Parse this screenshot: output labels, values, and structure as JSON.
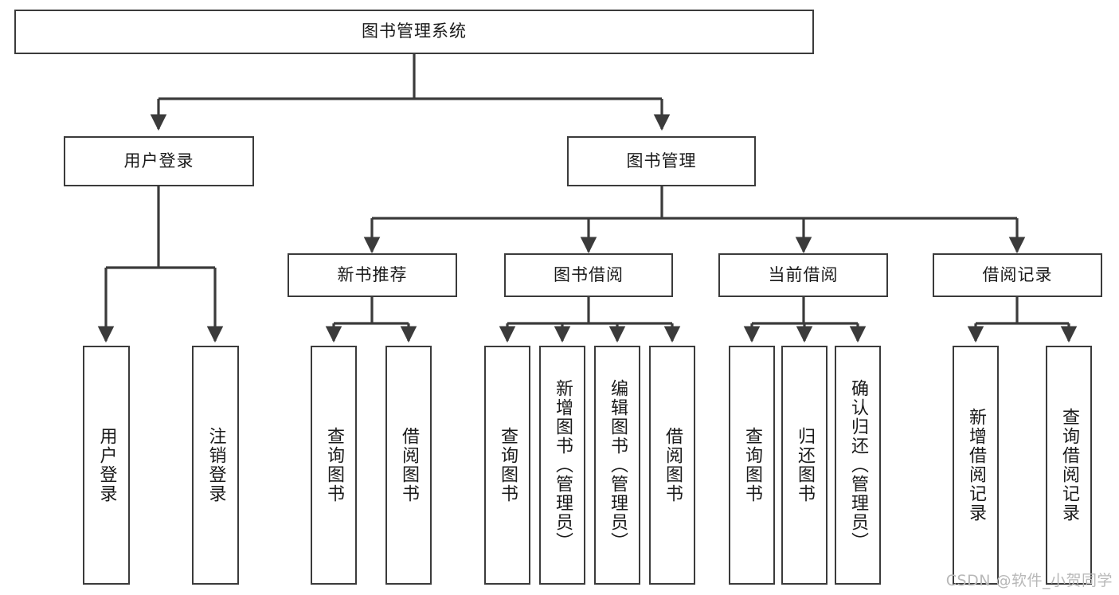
{
  "diagram": {
    "type": "tree",
    "title": "图书管理系统",
    "root": {
      "label": "图书管理系统"
    },
    "level2": [
      {
        "label": "用户登录"
      },
      {
        "label": "图书管理"
      }
    ],
    "level3": [
      {
        "label": "新书推荐"
      },
      {
        "label": "图书借阅"
      },
      {
        "label": "当前借阅"
      },
      {
        "label": "借阅记录"
      }
    ],
    "leaves": {
      "user_login": [
        {
          "label": "用户登录"
        },
        {
          "label": "注销登录"
        }
      ],
      "new_book": [
        {
          "label": "查询图书"
        },
        {
          "label": "借阅图书"
        }
      ],
      "book_borrow": [
        {
          "label": "查询图书"
        },
        {
          "label": "新增图书（管理员）"
        },
        {
          "label": "编辑图书（管理员）"
        },
        {
          "label": "借阅图书"
        }
      ],
      "current_borrow": [
        {
          "label": "查询图书"
        },
        {
          "label": "归还图书"
        },
        {
          "label": "确认归还（管理员）"
        }
      ],
      "borrow_record": [
        {
          "label": "新增借阅记录"
        },
        {
          "label": "查询借阅记录"
        }
      ]
    }
  },
  "watermark": {
    "text": "CSDN @软件_小贺同学"
  },
  "colors": {
    "stroke": "#3b3b3b",
    "background": "#ffffff",
    "text": "#1a1a1a",
    "watermark": "#b8b8b8"
  }
}
